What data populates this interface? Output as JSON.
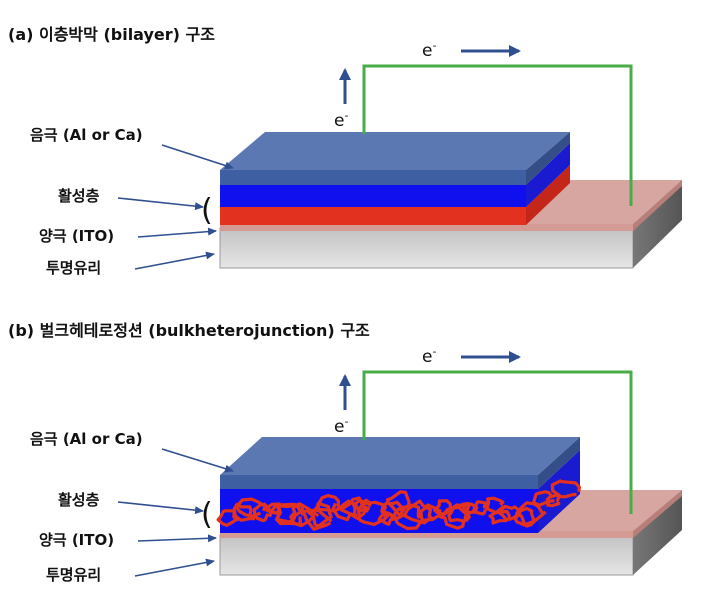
{
  "panel_a": {
    "title": "(a) 이층박막 (bilayer) 구조",
    "labels": {
      "cathode": "음극 (Al or Ca)",
      "active": "활성층",
      "anode": "양극 (ITO)",
      "glass": "투명유리"
    },
    "electron_right": {
      "base": "e",
      "sup": "-"
    },
    "electron_up": {
      "base": "e",
      "sup": "-"
    }
  },
  "panel_b": {
    "title": "(b) 벌크헤테로정션 (bulkheterojunction) 구조",
    "labels": {
      "cathode": "음극 (Al or Ca)",
      "active": "활성층",
      "anode": "양극 (ITO)",
      "glass": "투명유리"
    },
    "electron_right": {
      "base": "e",
      "sup": "-"
    },
    "electron_up": {
      "base": "e",
      "sup": "-"
    }
  },
  "colors": {
    "cathode": "#5b78b2",
    "donor": "#1010ee",
    "acceptor": "#e2311f",
    "ito": "#d7a6a0",
    "glass": "#c6c6c6",
    "wire": "#48ad48",
    "arrow": "#2f4f90"
  }
}
